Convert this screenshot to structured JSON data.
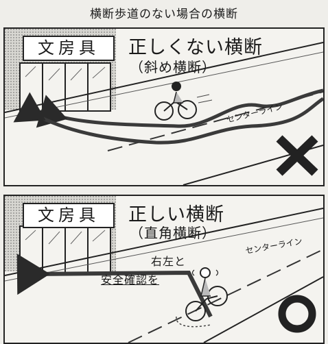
{
  "header": {
    "title": "横断歩道のない場合の横断"
  },
  "panel_incorrect": {
    "shop_sign": "文房具",
    "title": "正しくない横断",
    "subtitle": "（斜め横断）",
    "center_line_label": "センターライン",
    "verdict_icon": "cross-mark-icon"
  },
  "panel_correct": {
    "shop_sign": "文房具",
    "title": "正しい横断",
    "subtitle": "（直角横断）",
    "center_line_label": "センターライン",
    "safety_check_line1": "右左と",
    "safety_check_line2": "安全確認を",
    "verdict_icon": "circle-mark-icon"
  }
}
